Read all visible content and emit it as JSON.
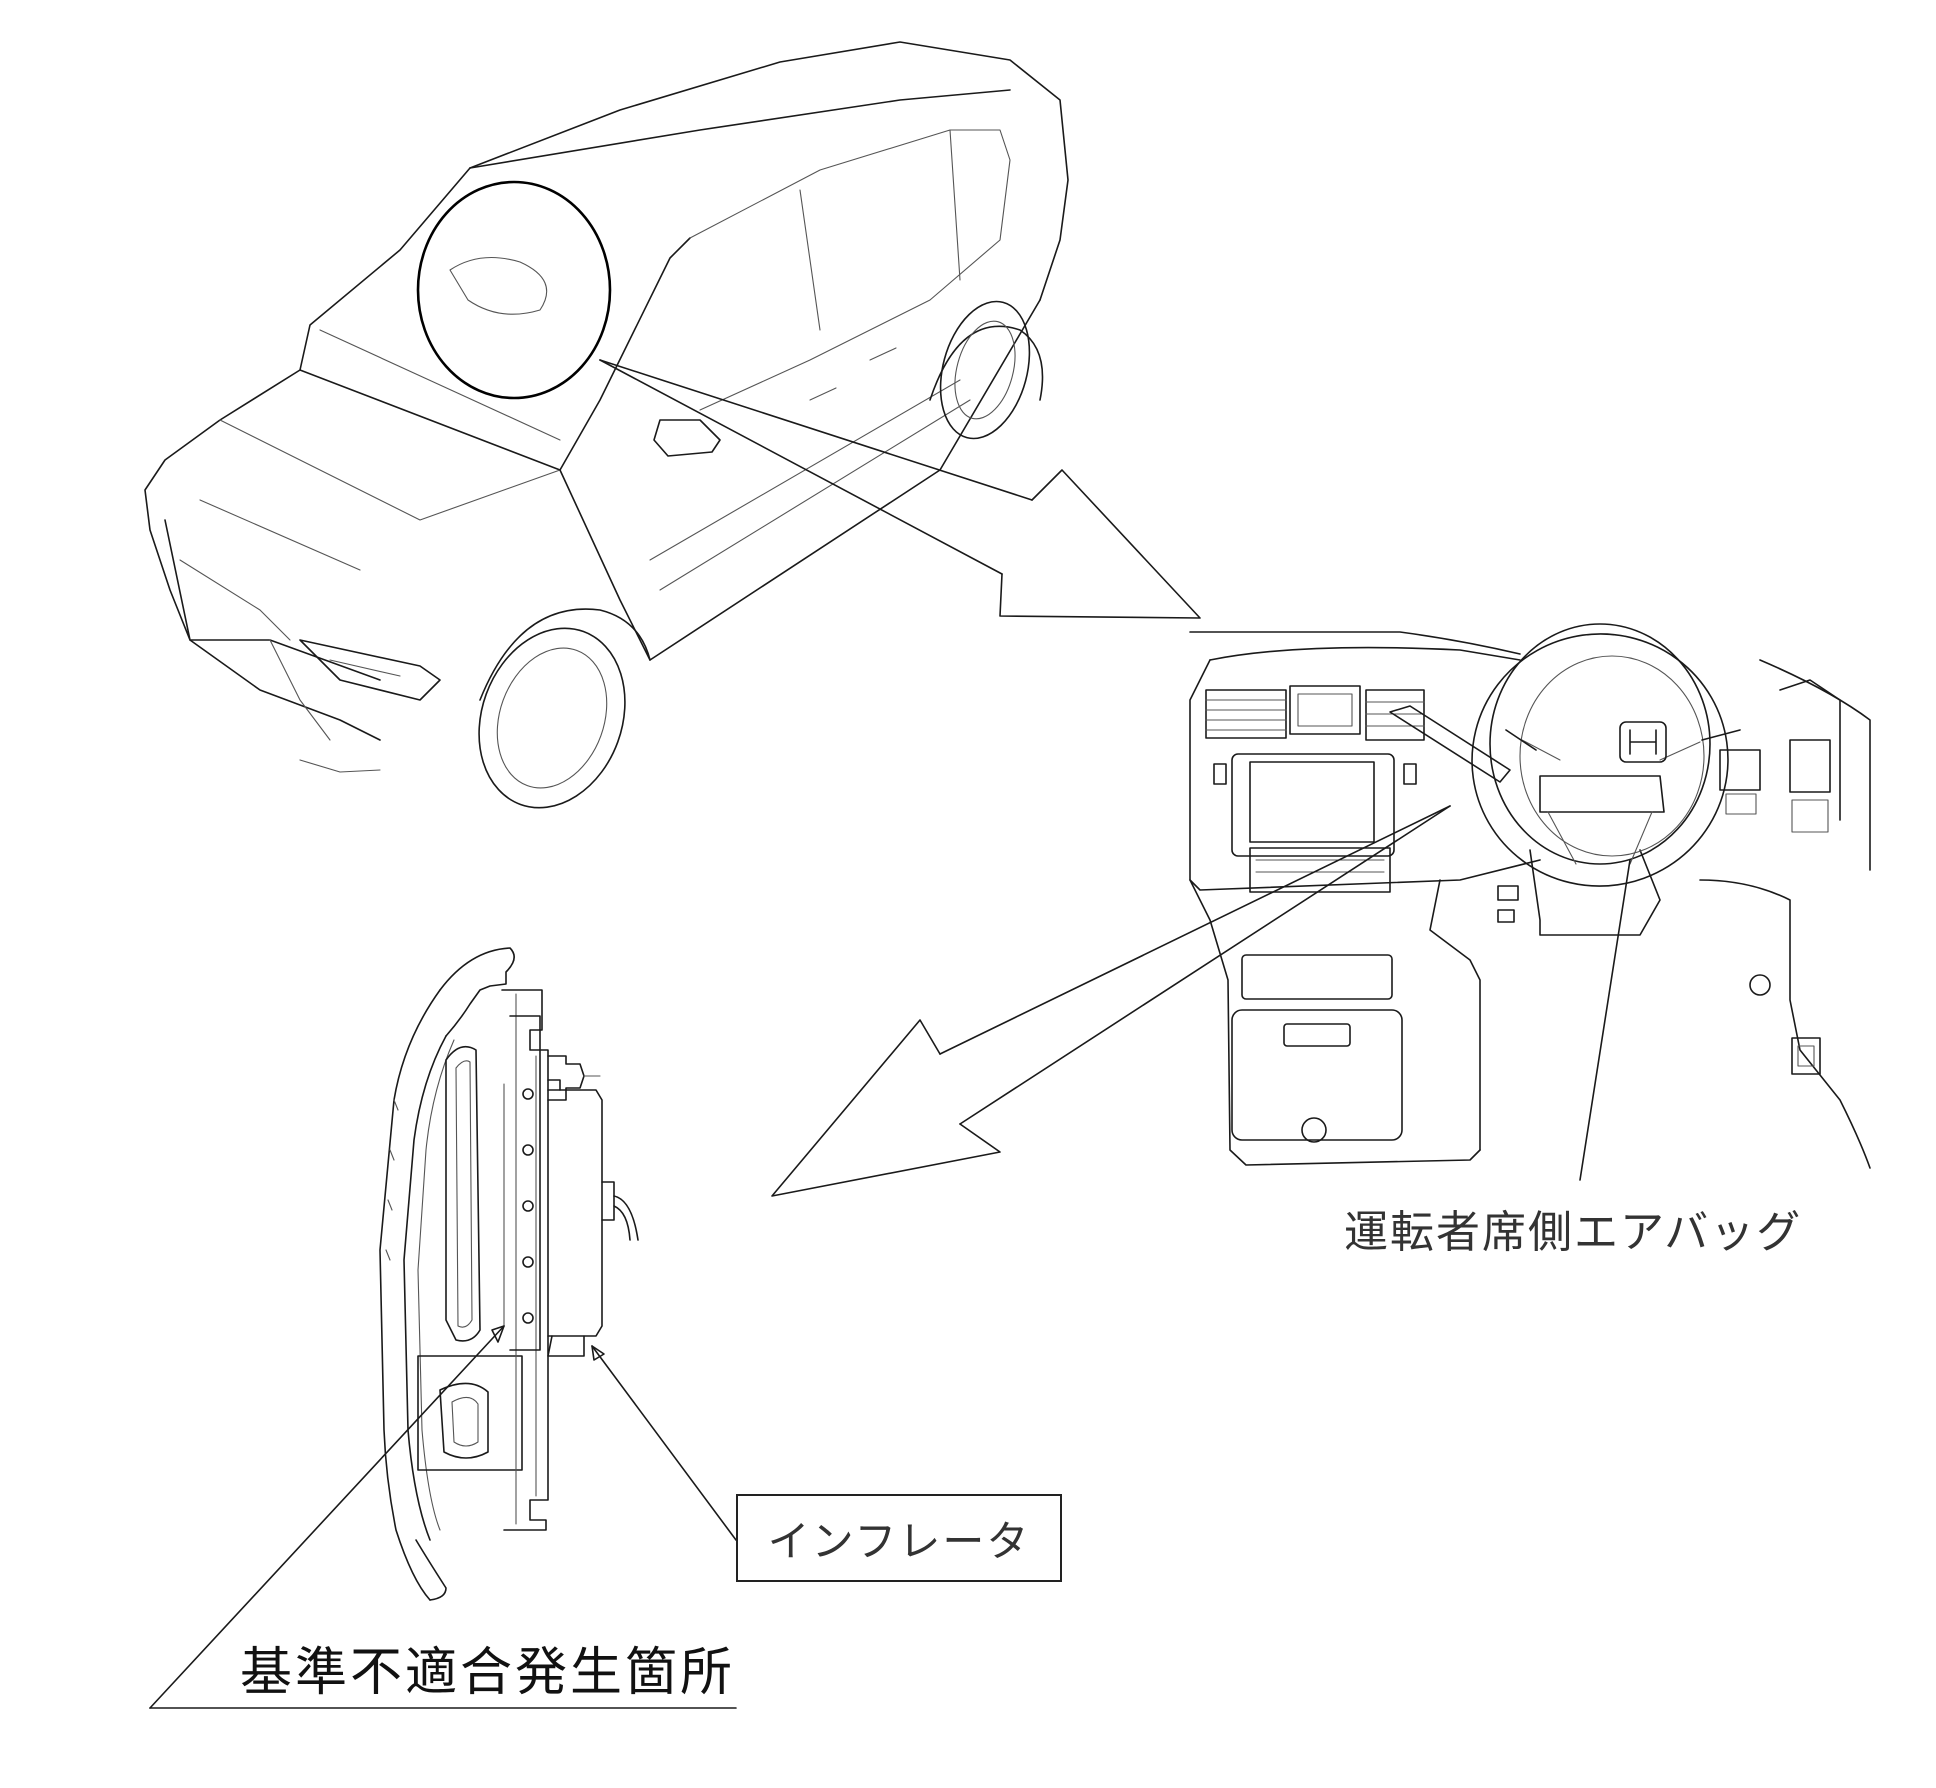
{
  "labels": {
    "driver_airbag": "運転者席側エアバッグ",
    "inflator": "インフレータ",
    "defect_location": "基準不適合発生箇所"
  },
  "colors": {
    "line": "#1a1a1a",
    "background": "#ffffff"
  },
  "icons": {
    "emblem": "honda-h-logo-icon"
  }
}
